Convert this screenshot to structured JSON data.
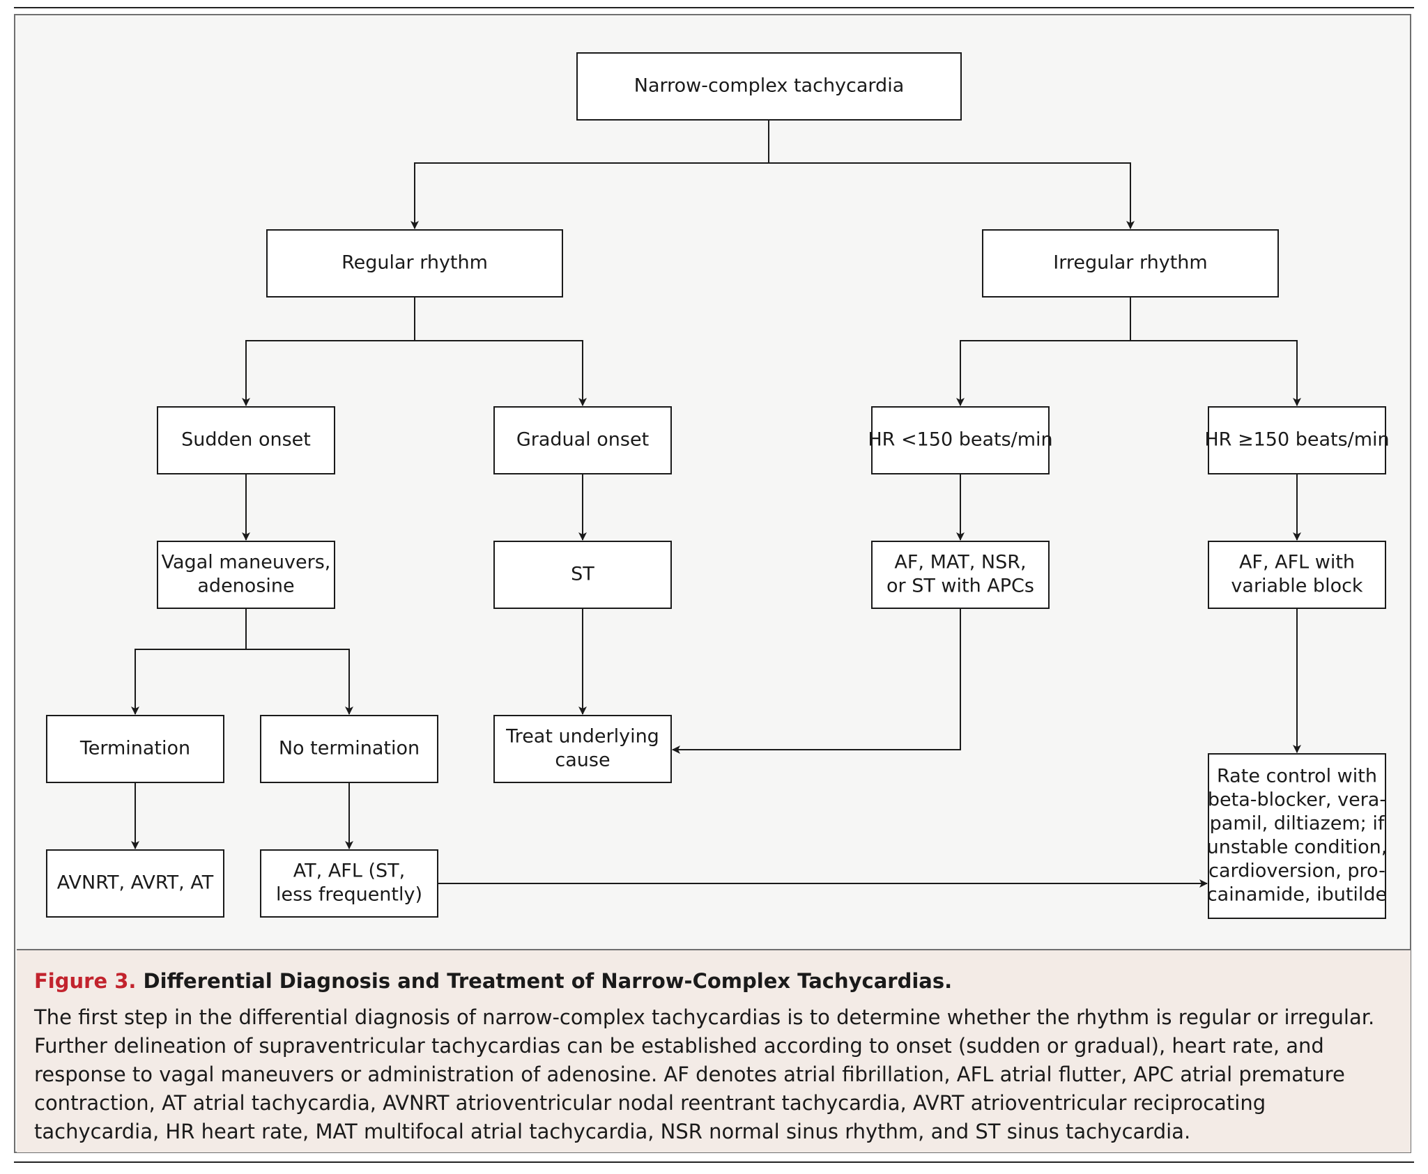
{
  "diagram": {
    "nodes": [
      {
        "id": "n_root",
        "lines": [
          "Narrow-complex tachycardia"
        ]
      },
      {
        "id": "n_regular",
        "lines": [
          "Regular rhythm"
        ]
      },
      {
        "id": "n_irregular",
        "lines": [
          "Irregular rhythm"
        ]
      },
      {
        "id": "n_sudden",
        "lines": [
          "Sudden onset"
        ]
      },
      {
        "id": "n_gradual",
        "lines": [
          "Gradual onset"
        ]
      },
      {
        "id": "n_hr_lt150",
        "lines": [
          "HR <150 beats/min"
        ]
      },
      {
        "id": "n_hr_ge150",
        "lines": [
          "HR ≥150 beats/min"
        ]
      },
      {
        "id": "n_vagal",
        "lines": [
          "Vagal maneuvers,",
          "adenosine"
        ]
      },
      {
        "id": "n_st",
        "lines": [
          "ST"
        ]
      },
      {
        "id": "n_af_mat",
        "lines": [
          "AF, MAT, NSR,",
          "or ST with APCs"
        ]
      },
      {
        "id": "n_af_afl",
        "lines": [
          "AF, AFL with",
          "variable block"
        ]
      },
      {
        "id": "n_termination",
        "lines": [
          "Termination"
        ]
      },
      {
        "id": "n_no_termination",
        "lines": [
          "No termination"
        ]
      },
      {
        "id": "n_treat",
        "lines": [
          "Treat underlying",
          "cause"
        ]
      },
      {
        "id": "n_rate_control",
        "lines": [
          "Rate control with",
          "beta-blocker, vera-",
          "pamil, diltiazem; if",
          "unstable condition,",
          "cardioversion, pro-",
          "cainamide, ibutilde"
        ]
      },
      {
        "id": "n_avnrt",
        "lines": [
          "AVNRT, AVRT, AT"
        ]
      },
      {
        "id": "n_at_afl",
        "lines": [
          "AT, AFL (ST,",
          "less frequently)"
        ]
      }
    ],
    "edges": [
      {
        "from": "n_root",
        "to": "n_regular"
      },
      {
        "from": "n_root",
        "to": "n_irregular"
      },
      {
        "from": "n_regular",
        "to": "n_sudden"
      },
      {
        "from": "n_regular",
        "to": "n_gradual"
      },
      {
        "from": "n_irregular",
        "to": "n_hr_lt150"
      },
      {
        "from": "n_irregular",
        "to": "n_hr_ge150"
      },
      {
        "from": "n_sudden",
        "to": "n_vagal"
      },
      {
        "from": "n_gradual",
        "to": "n_st"
      },
      {
        "from": "n_hr_lt150",
        "to": "n_af_mat"
      },
      {
        "from": "n_hr_ge150",
        "to": "n_af_afl"
      },
      {
        "from": "n_vagal",
        "to": "n_termination"
      },
      {
        "from": "n_vagal",
        "to": "n_no_termination"
      },
      {
        "from": "n_st",
        "to": "n_treat"
      },
      {
        "from": "n_af_mat",
        "to": "n_treat"
      },
      {
        "from": "n_af_afl",
        "to": "n_rate_control"
      },
      {
        "from": "n_termination",
        "to": "n_avnrt"
      },
      {
        "from": "n_no_termination",
        "to": "n_at_afl"
      },
      {
        "from": "n_at_afl",
        "to": "n_rate_control"
      }
    ]
  },
  "caption": {
    "label": "Figure 3.",
    "title": "Differential Diagnosis and Treatment of Narrow-Complex Tachycardias.",
    "body": "The first step in the differential diagnosis of narrow-complex tachycardias is to determine whether the rhythm is regular or irregular. Further delineation of supraventricular tachycardias can be established according to onset (sudden or gradual), heart rate, and response to vagal maneuvers or administration of adenosine. AF denotes atrial fibrillation, AFL atrial flutter, APC atrial premature contraction, AT atrial tachycardia, AVNRT atrioventricular nodal reentrant tachycardia, AVRT atrioventricular reciprocating tachycardia, HR heart rate, MAT multifocal atrial tachycardia, NSR normal sinus rhythm, and ST sinus tachycardia."
  },
  "colors": {
    "caption_label": "#c2232d",
    "caption_background": "#f3ebe6",
    "panel_background": "#f6f6f5"
  }
}
